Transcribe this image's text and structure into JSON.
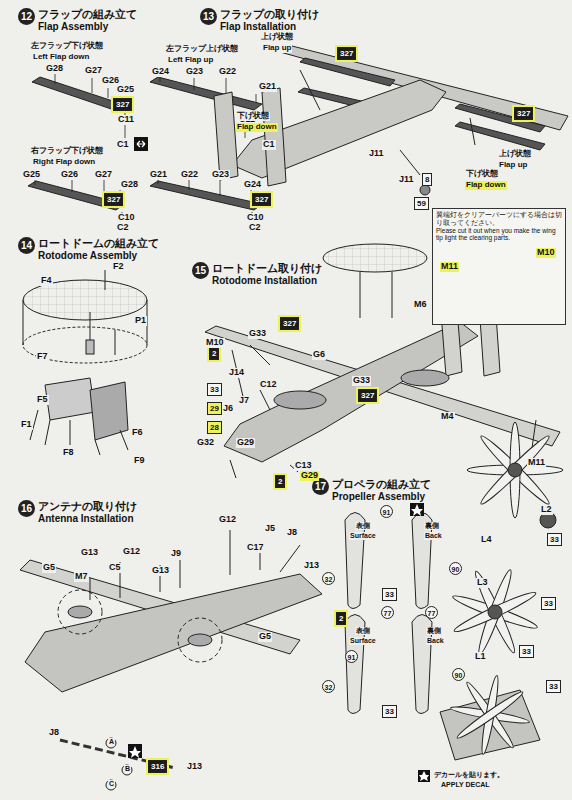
{
  "diagram": {
    "nodes": [
      {
        "text": [
          "12",
          "フラップの組み立て",
          "Flap Assembly"
        ]
      },
      {
        "text": [
          "13",
          "フラップの取り付け",
          "Flap Installation"
        ]
      },
      {
        "text": [
          "14",
          "ロートドームの組み立て",
          "Rotodome Assembly"
        ]
      },
      {
        "text": [
          "15",
          "ロートドーム取り付け",
          "Rotodome Installation"
        ]
      },
      {
        "text": [
          "16",
          "アンテナの取り付け",
          "Antenna Installation"
        ]
      },
      {
        "text": [
          "17",
          "プロペラの組み立て",
          "Propeller Assembly"
        ]
      },
      {
        "text": [
          "327"
        ]
      },
      {
        "text": [
          "327"
        ]
      },
      {
        "text": [
          "327"
        ]
      },
      {
        "text": [
          "327"
        ]
      },
      {
        "text": [
          "327"
        ]
      },
      {
        "text": [
          "8"
        ]
      },
      {
        "text": [
          "59"
        ]
      },
      {
        "text": [
          "翼端灯をクリアーパーツにする場合は切り取ってください。",
          "Please cut it out when you make the wing tip light the clearing parts."
        ]
      },
      {
        "text": [
          "2"
        ]
      },
      {
        "text": [
          "327"
        ]
      },
      {
        "text": [
          "33"
        ]
      },
      {
        "text": [
          "29"
        ]
      },
      {
        "text": [
          "28"
        ]
      },
      {
        "text": [
          "2"
        ]
      },
      {
        "text": [
          "327"
        ]
      },
      {
        "text": [
          "316"
        ]
      },
      {
        "text": [
          "91"
        ]
      },
      {
        "text": [
          "90"
        ]
      },
      {
        "text": [
          "32"
        ]
      },
      {
        "text": [
          "33"
        ]
      },
      {
        "text": [
          "2"
        ]
      },
      {
        "text": [
          "77"
        ]
      },
      {
        "text": [
          "77"
        ]
      },
      {
        "text": [
          "91"
        ]
      },
      {
        "text": [
          "90"
        ]
      },
      {
        "text": [
          "32"
        ]
      },
      {
        "text": [
          "33"
        ]
      },
      {
        "text": [
          "33"
        ]
      },
      {
        "text": [
          "33"
        ]
      },
      {
        "text": [
          "33"
        ]
      },
      {
        "text": [
          "33"
        ]
      }
    ],
    "labels": [
      "左フラップ下げ状態",
      "Left Flap down",
      "G28",
      "G27",
      "G26",
      "G25",
      "C11",
      "C1",
      "左フラップ上げ状態",
      "Left Flap up",
      "G24",
      "G23",
      "G22",
      "G21",
      "C11",
      "C1",
      "右フラップ下げ状態",
      "Right Flap down",
      "G25",
      "G26",
      "G27",
      "G28",
      "C10",
      "C2",
      "G21",
      "G22",
      "G23",
      "G24",
      "C10",
      "C2",
      "上げ状態",
      "Flap up",
      "下げ状態",
      "Flap down",
      "J11",
      "上げ状態",
      "Flap up",
      "下げ状態",
      "Flap down",
      "J11",
      "M11",
      "M10",
      "F2",
      "F4",
      "P1",
      "F7",
      "F5",
      "F1",
      "F6",
      "F8",
      "F9",
      "M6",
      "M10",
      "G33",
      "G6",
      "J14",
      "C12",
      "J6",
      "J7",
      "G32",
      "C13",
      "G29",
      "G29",
      "G33",
      "M4",
      "M11",
      "G12",
      "J5",
      "J8",
      "C17",
      "G13",
      "G12",
      "G5",
      "M7",
      "C5",
      "J9",
      "G13",
      "J13",
      "G5",
      "J8",
      "A",
      "B",
      "C",
      "J13",
      "表側",
      "Surface",
      "裏側",
      "Back",
      "表側",
      "Surface",
      "裏側",
      "Back",
      "L2",
      "L4",
      "L3",
      "L1",
      "デカールを貼ります。",
      "APPLY DECAL"
    ]
  }
}
